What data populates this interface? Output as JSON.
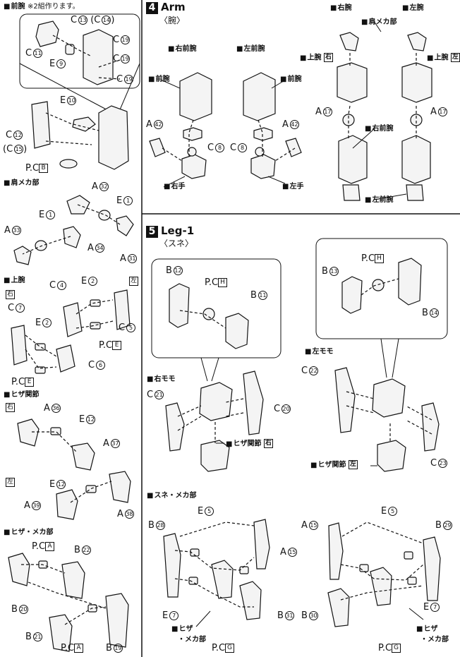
{
  "left_column": {
    "forearm_header": "前腕",
    "forearm_note": "※2組作ります。",
    "shoulder_header": "肩メカ部",
    "upper_arm_header": "上腕",
    "knee_joint_header": "ヒザ関節",
    "knee_mech_header": "ヒザ・メカ部",
    "right_mark": "右",
    "left_mark": "左"
  },
  "section4": {
    "number": "4",
    "title": "Arm",
    "subtitle": "〈腕〉",
    "right_forearm": "右前腕",
    "left_forearm": "左前腕",
    "forearm": "前腕",
    "right_hand": "右手",
    "left_hand": "左手",
    "right_arm": "右腕",
    "left_arm": "左腕",
    "shoulder_mech": "肩メカ部",
    "upper_arm": "上腕",
    "right_mark": "右",
    "left_mark": "左"
  },
  "section5": {
    "number": "5",
    "title": "Leg-1",
    "subtitle": "〈スネ〉",
    "right_thigh": "右モモ",
    "left_thigh": "左モモ",
    "knee_joint": "ヒザ関節",
    "shin_mech": "スネ・メカ部",
    "knee_mech_1": "ヒザ",
    "knee_mech_2": "・メカ部",
    "right_mark": "右",
    "left_mark": "左"
  },
  "labels": {
    "C": "C",
    "E": "E",
    "A": "A",
    "B": "B",
    "PC": "P.C",
    "n13": "13",
    "n14": "14",
    "n11": "11",
    "n19": "19",
    "n9": "9",
    "n10": "10",
    "n12": "12",
    "n15": "15",
    "pcB": "B",
    "n32": "32",
    "n1": "1",
    "n33": "33",
    "n34": "34",
    "n31": "31",
    "n4": "4",
    "n2": "2",
    "n7": "7",
    "n5": "5",
    "n6": "6",
    "pcE": "E",
    "n36": "36",
    "n37": "37",
    "n39": "39",
    "n38": "38",
    "pcA": "A",
    "n22": "22",
    "n20": "20",
    "n21": "21",
    "n42": "42",
    "n8": "8",
    "n17": "17",
    "pcH": "H",
    "n23": "23",
    "n28": "28",
    "n29": "29",
    "n30": "30",
    "pcG": "G"
  }
}
